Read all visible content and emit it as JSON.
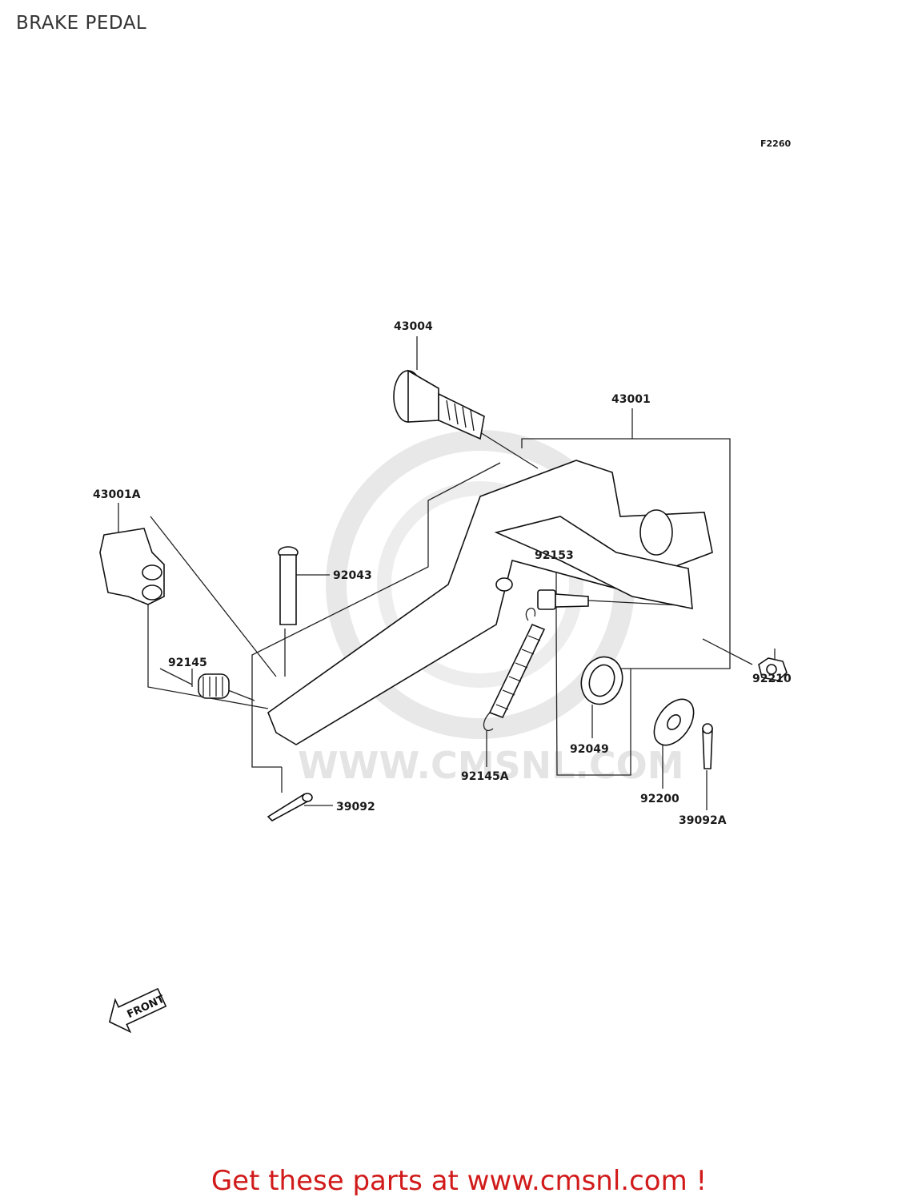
{
  "title": "BRAKE PEDAL",
  "figure_code": "F2260",
  "watermark": "WWW.CMSNL.COM",
  "parts": [
    {
      "id": "p43004",
      "number": "43004"
    },
    {
      "id": "p43001",
      "number": "43001"
    },
    {
      "id": "p43001A",
      "number": "43001A"
    },
    {
      "id": "p92043",
      "number": "92043"
    },
    {
      "id": "p92153",
      "number": "92153"
    },
    {
      "id": "p92145",
      "number": "92145"
    },
    {
      "id": "p92210",
      "number": "92210"
    },
    {
      "id": "p92049",
      "number": "92049"
    },
    {
      "id": "p92145A",
      "number": "92145A"
    },
    {
      "id": "p92200",
      "number": "92200"
    },
    {
      "id": "p39092",
      "number": "39092"
    },
    {
      "id": "p39092A",
      "number": "39092A"
    }
  ],
  "front_marker": "FRONT",
  "footer": "Get these parts at www.cmsnl.com !"
}
